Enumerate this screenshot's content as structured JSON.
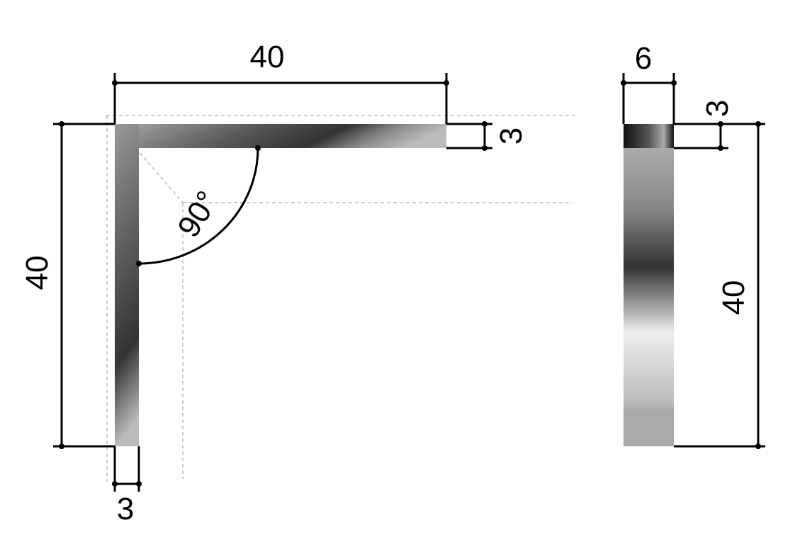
{
  "front_view": {
    "width_label": "40",
    "height_label": "40",
    "thickness_horizontal_label": "3",
    "thickness_vertical_label": "3",
    "angle_label": "90°"
  },
  "side_view": {
    "width_label": "6",
    "thickness_label": "3",
    "height_label": "40"
  }
}
